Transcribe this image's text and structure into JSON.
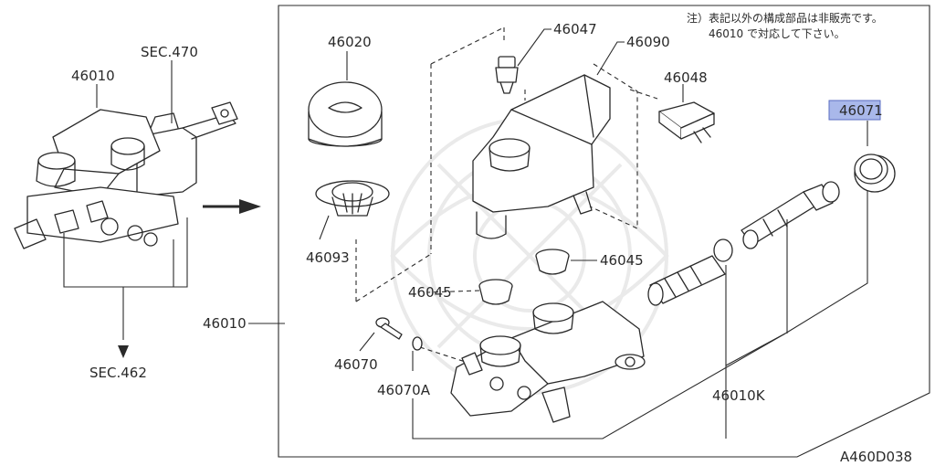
{
  "diagram": {
    "accent_color": "#a9b8ea",
    "labels": {
      "sec470": "SEC.470",
      "p46010_assy": "46010",
      "sec462": "SEC.462",
      "p46020": "46020",
      "p46047": "46047",
      "p46090": "46090",
      "p46048": "46048",
      "p46071": "46071",
      "p46093": "46093",
      "p46045_right": "46045",
      "p46045_left": "46045",
      "p46010_main": "46010",
      "p46070": "46070",
      "p46070a": "46070A",
      "p46010k": "46010K"
    },
    "note_line1": "注）表記以外の構成部品は非販売です。",
    "note_line2": "46010 で対応して下さい。",
    "figure_code": "A460D038"
  }
}
